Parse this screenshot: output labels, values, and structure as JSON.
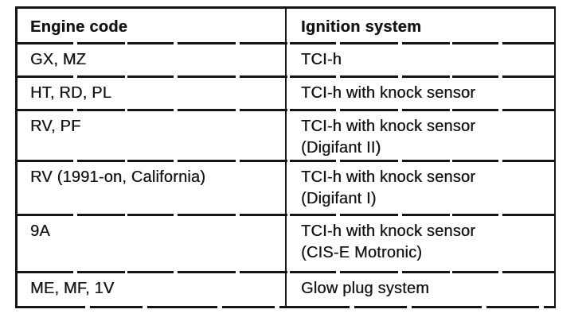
{
  "document": {
    "kind": "scanned manual page table"
  },
  "colors": {
    "ink": "#141414",
    "paper": "#ffffff"
  },
  "table": {
    "columns": [
      "Engine code",
      "Ignition system"
    ],
    "rows": [
      {
        "engine_code": "GX, MZ",
        "ignition_system": "TCI-h"
      },
      {
        "engine_code": "HT, RD, PL",
        "ignition_system": "TCI-h with knock sensor"
      },
      {
        "engine_code": "RV, PF",
        "ignition_system": "TCI-h with knock sensor\n(Digifant II)"
      },
      {
        "engine_code": "RV (1991-on, California)",
        "ignition_system": "TCI-h with knock sensor\n(Digifant I)"
      },
      {
        "engine_code": "9A",
        "ignition_system": "TCI-h with knock sensor\n(CIS-E Motronic)"
      },
      {
        "engine_code": "ME, MF, 1V",
        "ignition_system": "Glow plug system"
      }
    ]
  }
}
